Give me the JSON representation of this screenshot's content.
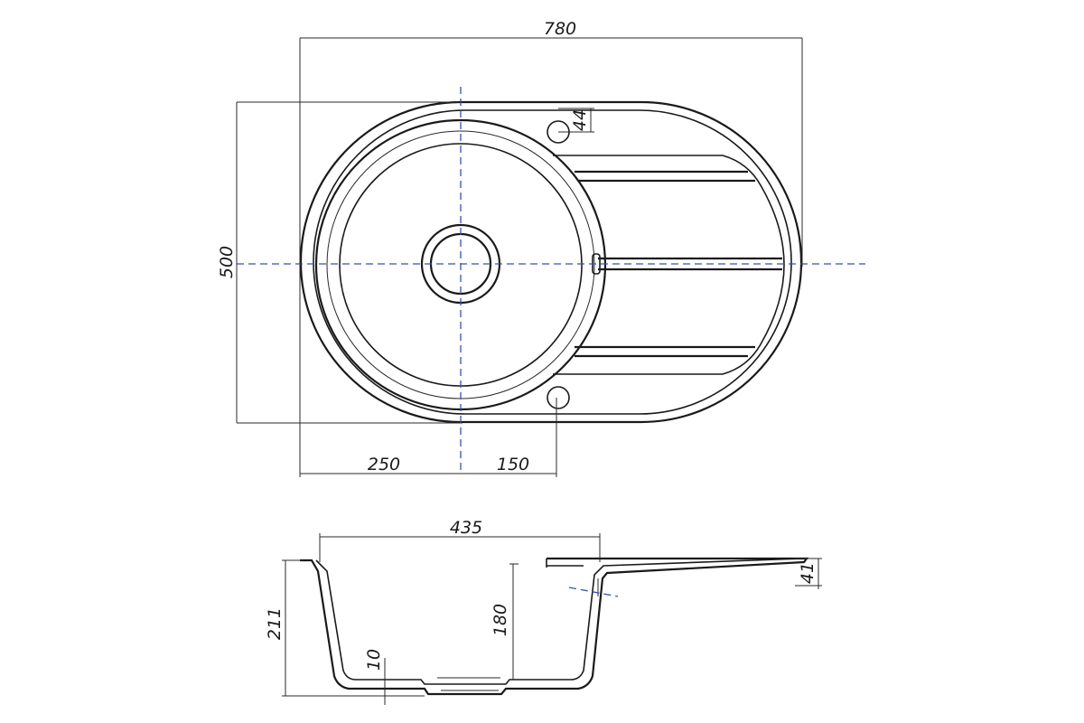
{
  "dimensions": {
    "overall_width": "780",
    "overall_height": "500",
    "bowl_offset": "250",
    "tap_hole_offset": "150",
    "tap_hole_gap": "44",
    "bowl_top_width": "435",
    "total_depth": "211",
    "bowl_depth": "180",
    "wall_thickness": "10",
    "drainboard_thickness": "41"
  },
  "colors": {
    "line": "#1a1a1a",
    "center_line": "#3355aa",
    "background": "#ffffff"
  }
}
